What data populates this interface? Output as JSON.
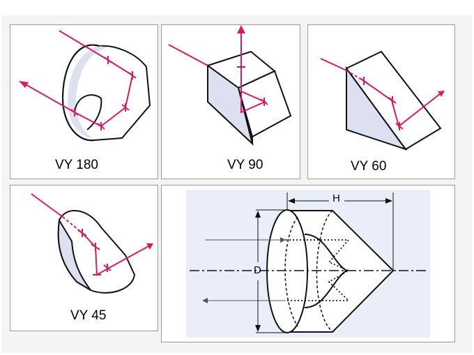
{
  "panels": [
    {
      "id": "vy180",
      "label": "VY 180"
    },
    {
      "id": "vy90",
      "label": "VY 90"
    },
    {
      "id": "vy60",
      "label": "VY 60"
    },
    {
      "id": "vy45",
      "label": "VY 45"
    }
  ],
  "drawing": {
    "height_label": "H",
    "diameter_label": "D"
  },
  "colors": {
    "beam": "#d81b60",
    "shade": "#dde0f0",
    "outline": "#111111",
    "drawing_bg": "#e9eef8"
  }
}
